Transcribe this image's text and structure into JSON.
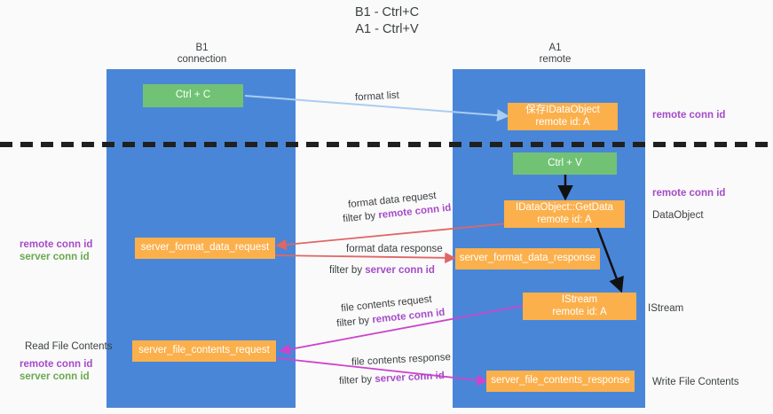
{
  "diagram": {
    "title_line1": "B1 - Ctrl+C",
    "title_line2": "A1 - Ctrl+V",
    "colors": {
      "lane": "#4a86d8",
      "green_box": "#71c274",
      "orange_box": "#fbb04c",
      "remote_conn_id": "#a64bc8",
      "server_conn_id_left": "#6aa84f",
      "format_arrow": "#e06666",
      "file_arrow": "#cc44cc",
      "format_list_arrow": "#a9cef0",
      "divider": "#202020",
      "background": "#fafafa"
    },
    "lanes": [
      {
        "name": "b1",
        "header_line1": "B1",
        "header_line2": "connection"
      },
      {
        "name": "a1",
        "header_line1": "A1",
        "header_line2": "remote"
      }
    ],
    "boxes": [
      {
        "id": "ctrl-c",
        "kind": "green",
        "line1": "Ctrl + C",
        "line2": ""
      },
      {
        "id": "save-idataobject",
        "kind": "orange",
        "line1": "保存IDataObject",
        "line2": "remote id: A"
      },
      {
        "id": "ctrl-v",
        "kind": "green",
        "line1": "Ctrl + V",
        "line2": ""
      },
      {
        "id": "getdata",
        "kind": "orange",
        "line1": "IDataObject::GetData",
        "line2": "remote id: A"
      },
      {
        "id": "server-format-data-request",
        "kind": "orange",
        "line1": "server_format_data_request",
        "line2": ""
      },
      {
        "id": "server-format-data-response",
        "kind": "orange",
        "line1": "server_format_data_response",
        "line2": ""
      },
      {
        "id": "istream",
        "kind": "orange",
        "line1": "IStream",
        "line2": "remote id: A"
      },
      {
        "id": "server-file-contents-request",
        "kind": "orange",
        "line1": "server_file_contents_request",
        "line2": ""
      },
      {
        "id": "server-file-contents-response",
        "kind": "orange",
        "line1": "server_file_contents_response",
        "line2": ""
      }
    ],
    "edge_labels": {
      "format_list": "format list",
      "format_data_request": "format data request",
      "format_data_request_filter_prefix": "filter by ",
      "format_data_request_filter_key": "remote conn id",
      "format_data_response": "format data response",
      "format_data_response_filter_prefix": "filter by ",
      "format_data_response_filter_key": "server conn id",
      "file_contents_request": "file contents request",
      "file_contents_request_filter_prefix": "filter by ",
      "file_contents_request_filter_key": "remote conn id",
      "file_contents_response": "file contents response",
      "file_contents_response_filter_prefix": "filter by ",
      "file_contents_response_filter_key": "server conn id"
    },
    "right_annotations": [
      {
        "id": "remote-conn-id-top",
        "text": "remote conn id",
        "style": "purple"
      },
      {
        "id": "remote-conn-id-mid",
        "text": "remote conn id",
        "style": "purple"
      },
      {
        "id": "dataobject",
        "text": "DataObject",
        "style": "plain"
      },
      {
        "id": "istream-label",
        "text": "IStream",
        "style": "plain"
      },
      {
        "id": "write-file-contents",
        "text": "Write File Contents",
        "style": "plain"
      }
    ],
    "left_annotations": [
      {
        "id": "remote-conn-id-left-mid",
        "text": "remote conn id",
        "style": "purple"
      },
      {
        "id": "server-conn-id-left-mid",
        "text": "server conn id",
        "style": "green"
      },
      {
        "id": "read-file-contents",
        "text": "Read File Contents",
        "style": "plain"
      },
      {
        "id": "remote-conn-id-left-bot",
        "text": "remote conn id",
        "style": "purple"
      },
      {
        "id": "server-conn-id-left-bot",
        "text": "server conn id",
        "style": "green"
      }
    ]
  }
}
